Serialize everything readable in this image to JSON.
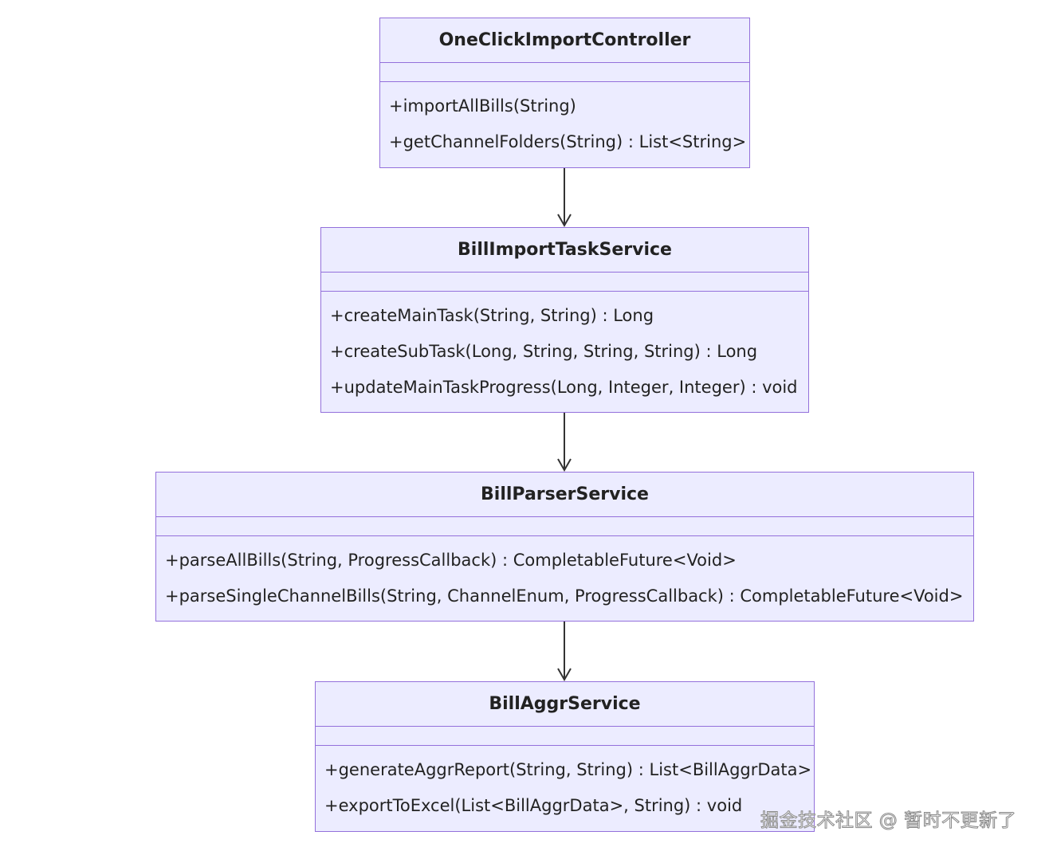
{
  "classes": [
    {
      "name": "OneClickImportController",
      "methods": [
        "+importAllBills(String)",
        "+getChannelFolders(String) : List<String>"
      ]
    },
    {
      "name": "BillImportTaskService",
      "methods": [
        "+createMainTask(String, String) : Long",
        "+createSubTask(Long, String, String, String) : Long",
        "+updateMainTaskProgress(Long, Integer, Integer) : void"
      ]
    },
    {
      "name": "BillParserService",
      "methods": [
        "+parseAllBills(String, ProgressCallback) : CompletableFuture<Void>",
        "+parseSingleChannelBills(String, ChannelEnum, ProgressCallback) : CompletableFuture<Void>"
      ]
    },
    {
      "name": "BillAggrService",
      "methods": [
        "+generateAggrReport(String, String) : List<BillAggrData>",
        "+exportToExcel(List<BillAggrData>, String) : void"
      ]
    }
  ],
  "relations": [
    {
      "from": "OneClickImportController",
      "to": "BillImportTaskService"
    },
    {
      "from": "BillImportTaskService",
      "to": "BillParserService"
    },
    {
      "from": "BillParserService",
      "to": "BillAggrService"
    }
  ],
  "watermark": "掘金技术社区 @ 暂时不更新了",
  "colors": {
    "box_fill": "#ececff",
    "box_border": "#9370db",
    "arrow": "#333333",
    "text": "#222222"
  }
}
